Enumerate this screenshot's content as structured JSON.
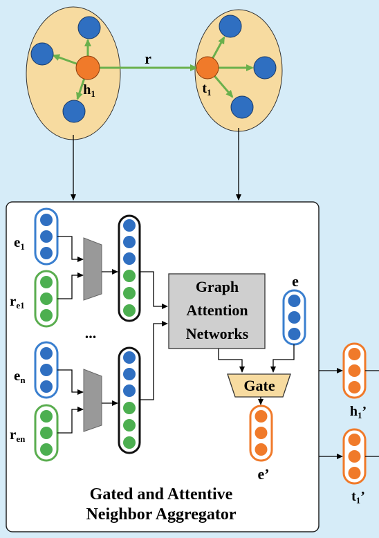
{
  "colors": {
    "background": "#d6ecf8",
    "cluster_fill": "#f7dba0",
    "node_blue": "#2f6fc1",
    "node_orange": "#f07a2a",
    "node_green": "#4caf50",
    "edge_green": "#6ab04c",
    "vector_blue_border": "#3a7fcf",
    "vector_green_border": "#5aad4f",
    "vector_orange_border": "#f07a2a",
    "gat_fill": "#cfcfcf",
    "gate_fill": "#f7dba0",
    "panel_fill": "#ffffff",
    "trapezoid_fill": "#999999"
  },
  "graph": {
    "relation_label": "r",
    "head_label": "h",
    "head_sub": "1",
    "tail_label": "t",
    "tail_sub": "1"
  },
  "aggregator": {
    "title_line1": "Gated and Attentive",
    "title_line2": "Neighbor Aggregator",
    "inputs": {
      "e1": {
        "main": "e",
        "sub": "1"
      },
      "re1": {
        "main": "r",
        "sub": "e1"
      },
      "en": {
        "main": "e",
        "sub": "n"
      },
      "ren": {
        "main": "r",
        "sub": "en"
      }
    },
    "ellipsis": "...",
    "gat_line1": "Graph",
    "gat_line2": "Attention",
    "gat_line3": "Networks",
    "self_entity_label": "e",
    "gate_label": "Gate",
    "output_label": "e’"
  },
  "outputs": {
    "head_label": "h",
    "head_sub": "1",
    "head_prime": "’",
    "tail_label": "t",
    "tail_sub": "1",
    "tail_prime": "’"
  }
}
